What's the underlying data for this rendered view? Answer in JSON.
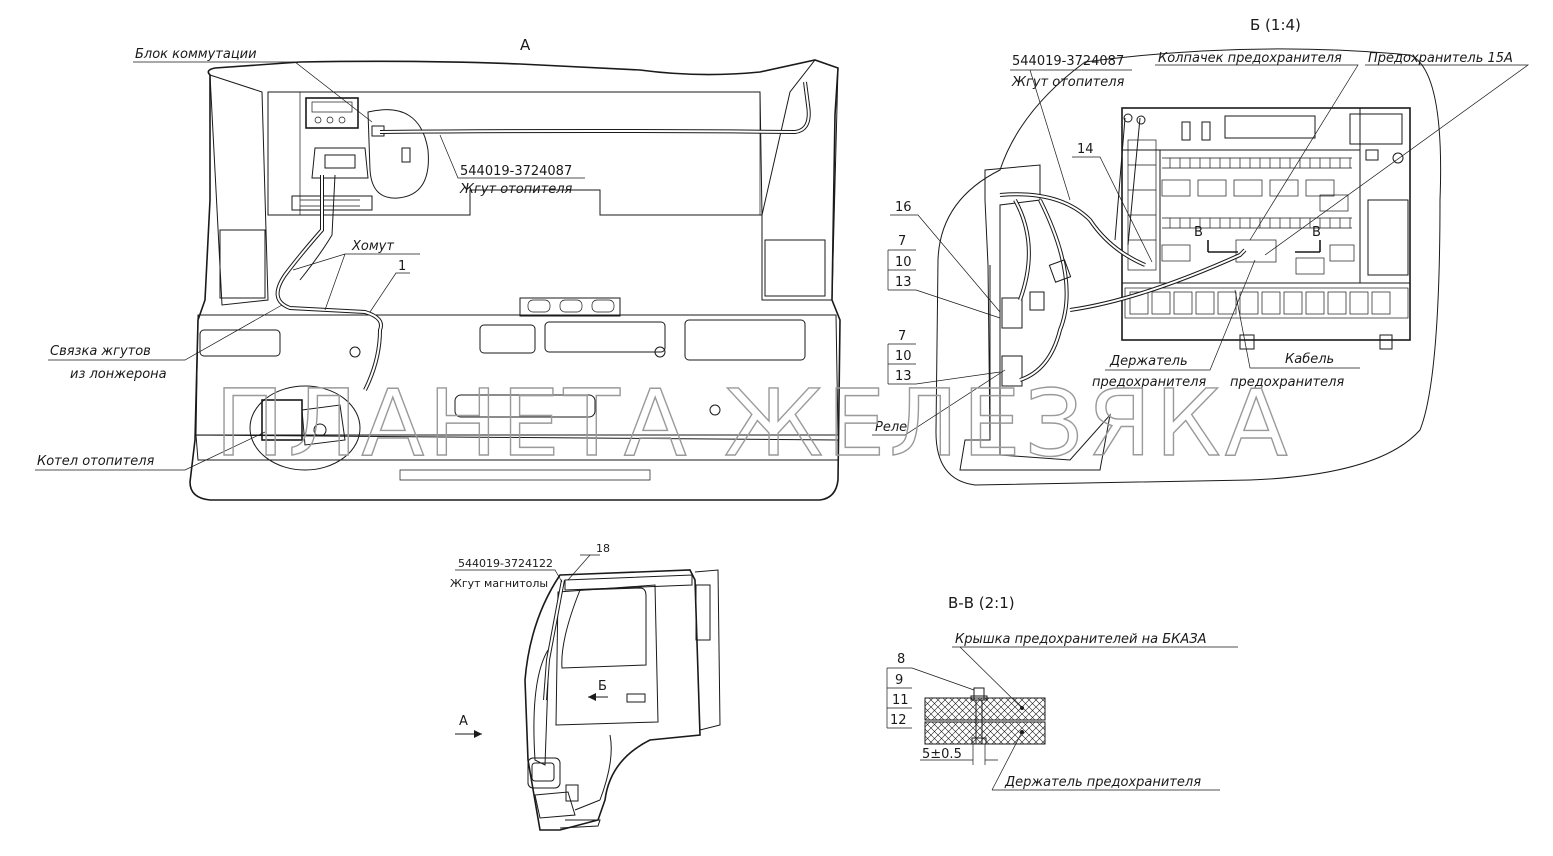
{
  "views": {
    "view_a_title": "А",
    "view_b_title": "Б (1:4)",
    "section_title": "В-В (2:1)"
  },
  "view_a": {
    "switch_block": "Блок коммутации",
    "harness_code": "544019-3724087",
    "harness_name": "Жгут отопителя",
    "clamp": "Хомут",
    "item_1": "1",
    "bundle_line1": "Связка жгутов",
    "bundle_line2": "из лонжерона",
    "boiler": "Котел отопителя"
  },
  "view_b": {
    "harness_code": "544019-3724087",
    "harness_name": "Жгут отопителя",
    "fuse_cap": "Колпачек предохранителя",
    "fuse_15a": "Предохранитель 15А",
    "item_14": "14",
    "item_16": "16",
    "stack_1": [
      "7",
      "10",
      "13"
    ],
    "stack_2": [
      "7",
      "10",
      "13"
    ],
    "holder_line1": "Держатель",
    "holder_line2": "предохранителя",
    "cable_line1": "Кабель",
    "cable_line2": "предохранителя",
    "relay": "Реле",
    "mark_v_left": "В",
    "mark_v_right": "В"
  },
  "cab_view": {
    "harness_code": "544019-3724122",
    "harness_name": "Жгут магнитолы",
    "item_18": "18",
    "arrow_a": "А",
    "arrow_b": "Б"
  },
  "section_vv": {
    "cover_label": "Крышка предохранителей на БКАЗА",
    "stack": [
      "8",
      "9",
      "11",
      "12"
    ],
    "dimension": "5±0.5",
    "holder_label": "Держатель предохранителя"
  },
  "watermark": "ПЛАНЕТА ЖЕЛЕЗЯКА",
  "colors": {
    "line": "#1a1a1a",
    "watermark": "#9a9a9a",
    "background": "#ffffff"
  }
}
